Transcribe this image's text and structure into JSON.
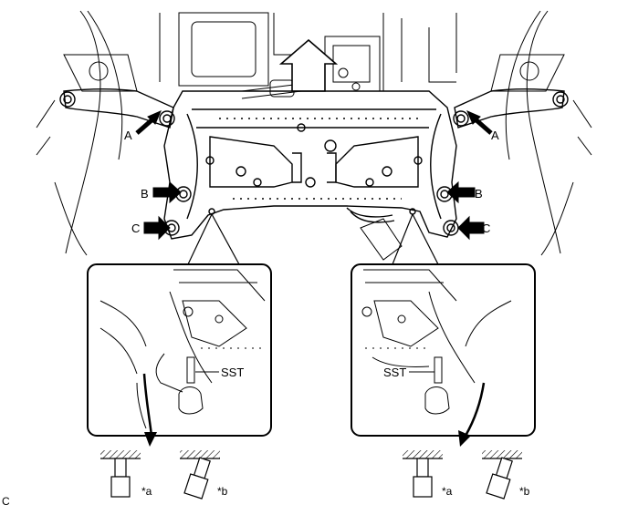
{
  "labels": {
    "a": "A",
    "b": "B",
    "c": "C",
    "sst": "SST",
    "star_a": "*a",
    "star_b": "*b",
    "corner": "C"
  },
  "colors": {
    "line": "#000000",
    "background": "#ffffff"
  }
}
